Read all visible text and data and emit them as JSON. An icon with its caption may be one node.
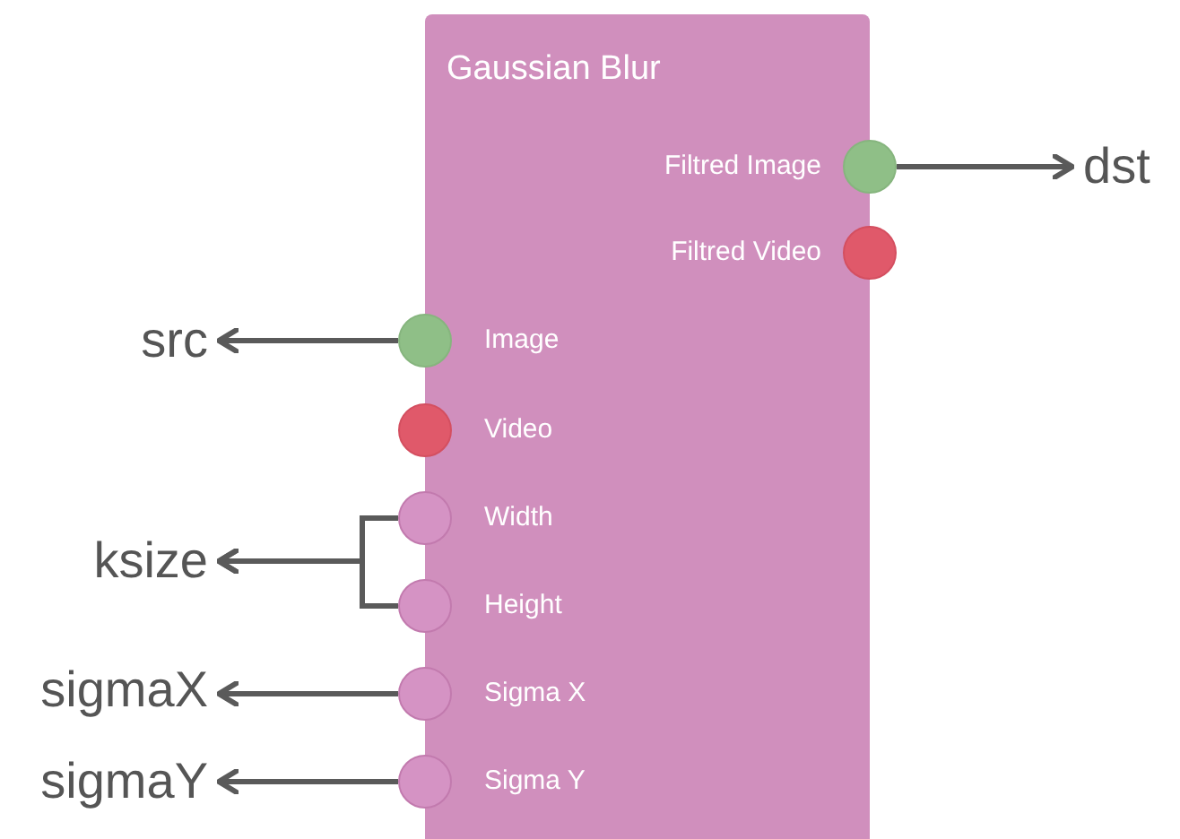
{
  "diagram": {
    "nodes": [
      {
        "text": [
          "Gaussian Blur",
          "Filtred Image",
          "Filtred Video",
          "Image",
          "Video",
          "Width",
          "Height",
          "Sigma X",
          "Sigma Y"
        ]
      },
      {
        "text": [],
        "shape": "circle"
      },
      {
        "text": [],
        "shape": "circle"
      },
      {
        "text": [
          "dst"
        ]
      },
      {
        "text": [
          "src"
        ]
      },
      {
        "text": [],
        "shape": "circle"
      },
      {
        "text": [],
        "shape": "circle"
      },
      {
        "text": [
          "ksize"
        ]
      },
      {
        "text": [],
        "shape": "circle"
      },
      {
        "text": [],
        "shape": "circle"
      },
      {
        "text": [
          "sigmaX"
        ]
      },
      {
        "text": [
          "sigmaY"
        ]
      },
      {
        "text": [],
        "shape": "circle"
      },
      {
        "text": [],
        "shape": "circle"
      }
    ],
    "edges": [
      {
        "from": 1,
        "to": 3,
        "arrow": "to"
      },
      {
        "from": 5,
        "to": 4,
        "arrow": "to"
      },
      {
        "from": 8,
        "to": 7,
        "arrow": "to"
      },
      {
        "from": 9,
        "to": 7,
        "arrow": "to"
      },
      {
        "from": 12,
        "to": 10,
        "arrow": "to"
      },
      {
        "from": 13,
        "to": 11,
        "arrow": "to"
      }
    ]
  }
}
